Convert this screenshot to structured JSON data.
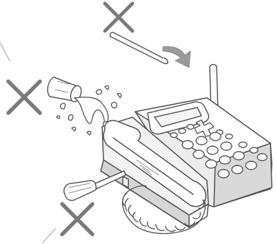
{
  "colors": {
    "line": "#555555",
    "cross": "#7a7a7a",
    "water": "#5a5a5a",
    "arrow": "#9a9a9a",
    "phone_fill": "#e9e9e9",
    "phone_shadow": "#cfcfcf",
    "background": "#ffffff"
  },
  "prohibitions": [
    {
      "name": "no-hairpin-insertion",
      "icons": [
        "cross-icon",
        "hairpin-icon",
        "curved-arrow-icon"
      ]
    },
    {
      "name": "no-liquid-spill",
      "icons": [
        "cross-icon",
        "cup-icon",
        "water-splash-icon"
      ]
    },
    {
      "name": "no-disassembly",
      "icons": [
        "cross-icon",
        "screwdriver-icon"
      ]
    }
  ],
  "phone": {
    "icons": [
      "phone-base-icon",
      "handset-icon",
      "antenna-icon",
      "keypad-icon",
      "display-icon",
      "coiled-cord-icon"
    ]
  }
}
